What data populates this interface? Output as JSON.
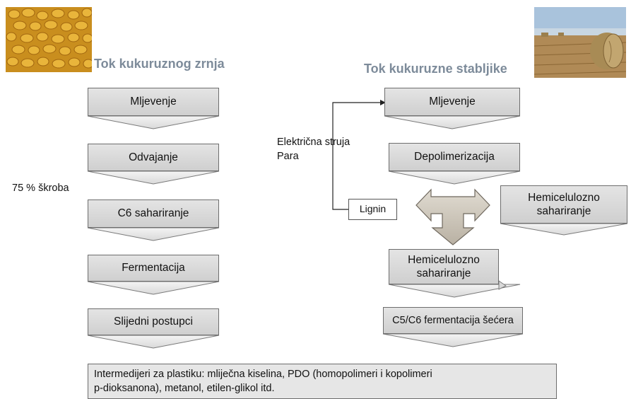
{
  "left_column": {
    "title": "Tok kukuruznog zrnja",
    "steps": [
      "Mljevenje",
      "Odvajanje",
      "C6 sahariranje",
      "Fermentacija",
      "Slijedni postupci"
    ],
    "starch_note": "75 % škroba"
  },
  "right_column": {
    "title": "Tok kukuruzne stabljike",
    "steps": [
      "Mljevenje",
      "Depolimerizacija"
    ],
    "hemicellulose_side": "Hemicelulozno sahariranje",
    "hemicellulose_center": "Hemicelulozno sahariranje",
    "fermentation": "C5/C6 fermentacija šećera",
    "lignin": "Lignin",
    "energy_lines": [
      "Električna struja",
      "Para"
    ]
  },
  "final_box": {
    "line1": "Intermedijeri za plastiku: mliječna kiselina, PDO (homopolimeri i kopolimeri",
    "line2": "p-dioksanona), metanol, etilen-glikol itd."
  },
  "colors": {
    "box_fill": "#d8d8d8",
    "heading": "#7d8b9a",
    "t_arrow": "#c9c1b4"
  },
  "icons": [
    "corn-kernels-photo",
    "hay-bale-field-photo"
  ]
}
